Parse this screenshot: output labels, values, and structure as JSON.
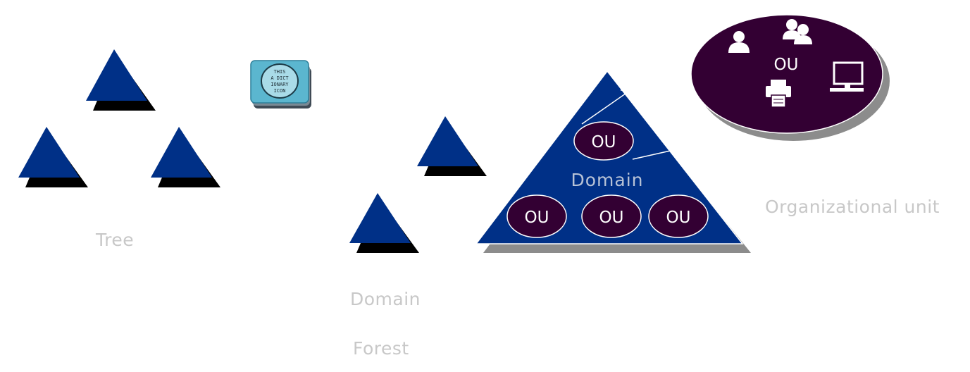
{
  "captions": {
    "tree": "Tree",
    "domain": "Domain",
    "forest": "Forest",
    "organizational_unit": "Organizational unit"
  },
  "domain_diagram": {
    "title": "Domain",
    "ou_top": "OU",
    "ou_bottom": [
      "OU",
      "OU",
      "OU"
    ]
  },
  "ou_detail": {
    "label": "OU",
    "icons": [
      "user-icon",
      "group-icon",
      "printer-icon",
      "computer-icon"
    ]
  },
  "dictionary_icon": {
    "lines": [
      "THIS",
      "A DICT",
      "IONARY",
      "ICON"
    ]
  },
  "colors": {
    "triangle_fill": "#003087",
    "shadow": "#000000",
    "ou_fill": "#330033",
    "caption": "#c8c8c8",
    "domain_shadow": "#8c8c8c",
    "icon_teal": "#5bb6cf"
  }
}
